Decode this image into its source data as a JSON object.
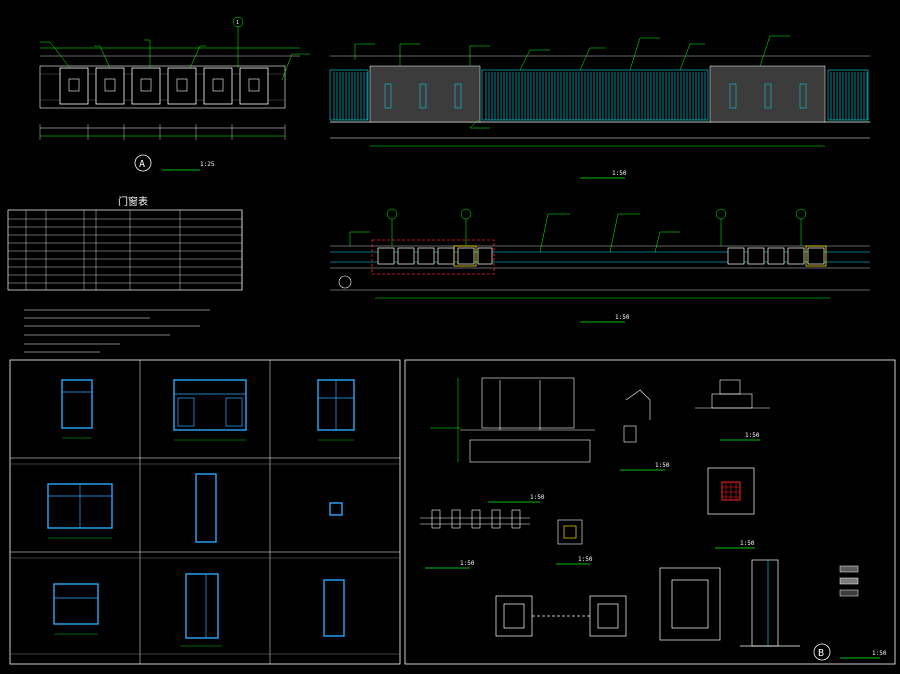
{
  "canvas": {
    "background": "#000000"
  },
  "colors": {
    "green": "#00ff00",
    "white": "#ffffff",
    "cyan": "#00e5ff",
    "blue": "#2aa8ff",
    "red": "#ff2020",
    "yellow": "#ffe000",
    "gray": "#7a7a7a",
    "stone": "#5a5a5a"
  },
  "title_marks": {
    "door_table": "门窗表",
    "marker_a": "A",
    "marker_b": "B"
  },
  "view_scales": {
    "plan_a": "1:25",
    "front_elevation": "1:50",
    "wall_plan": "1:50",
    "section": "1:50",
    "detail_1": "1:50",
    "detail_2": "1:50",
    "foot_1": "1:50",
    "foot_2": "1:50",
    "foot_3": "1:50",
    "b_view": "1:50"
  },
  "icons": {
    "detail_marker": "circle-marker-icon",
    "section_marker": "section-cut-icon"
  }
}
